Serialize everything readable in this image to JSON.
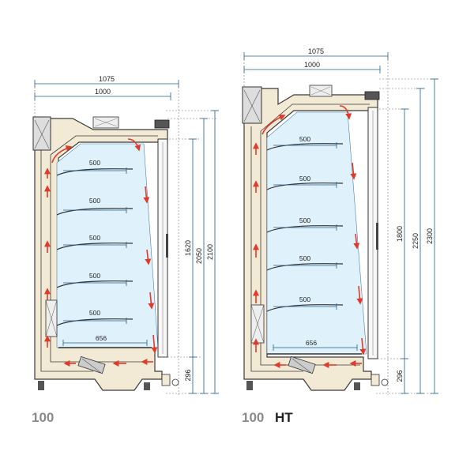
{
  "colors": {
    "cabinet_wall": "#f3ead6",
    "cabinet_outline": "#3a3a3a",
    "interior": "#dff1fb",
    "airflow": "#e03a2a",
    "dimension_line": "#1f5f8f",
    "dim_dashed": "#777777"
  },
  "models": [
    {
      "name": "100",
      "suffix": "",
      "overall_depth": "1075",
      "body_depth": "1000",
      "shelf_depths": [
        "500",
        "500",
        "500",
        "500",
        "500"
      ],
      "base_depth": "656",
      "heights": {
        "interior": "1620",
        "body": "2050",
        "overall": "2100",
        "base": "296"
      }
    },
    {
      "name": "100",
      "suffix": "HT",
      "overall_depth": "1075",
      "body_depth": "1000",
      "shelf_depths": [
        "500",
        "500",
        "500",
        "500",
        "500"
      ],
      "base_depth": "656",
      "heights": {
        "interior": "1800",
        "body": "2250",
        "overall": "2300",
        "base": "296"
      }
    }
  ]
}
